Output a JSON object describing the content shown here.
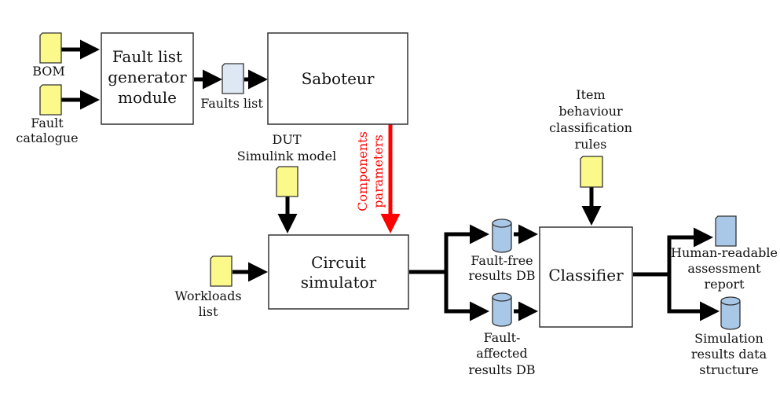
{
  "diagram": {
    "type": "flowchart",
    "blocks": {
      "fault_list_generator": [
        "Fault list",
        "generator",
        "module"
      ],
      "saboteur": [
        "Saboteur"
      ],
      "circuit_simulator": [
        "Circuit",
        "simulator"
      ],
      "classifier": [
        "Classifier"
      ]
    },
    "documents": {
      "bom": [
        "BOM"
      ],
      "fault_catalogue": [
        "Fault",
        "catalogue"
      ],
      "faults_list": [
        "Faults list"
      ],
      "dut_model": [
        "DUT",
        "Simulink model"
      ],
      "workloads_list": [
        "Workloads",
        "list"
      ],
      "classification_rules": [
        "Item",
        "behaviour",
        "classification",
        "rules"
      ],
      "assessment_report": [
        "Human-readable",
        "assessment",
        "report"
      ]
    },
    "databases": {
      "fault_free_db": [
        "Fault-free",
        "results DB"
      ],
      "fault_affected_db": [
        "Fault-",
        "affected",
        "results DB"
      ],
      "simulation_results": [
        "Simulation",
        "results data",
        "structure"
      ]
    },
    "edge_labels": {
      "components_parameters": [
        "Components",
        "parameters"
      ]
    },
    "colors": {
      "input_doc": "#fbf98a",
      "output_doc": "#a9c8e8",
      "intermediate_doc": "#dde8f4",
      "database": "#a9c8e8",
      "parameter_arrow": "#ff0000",
      "flow_arrow": "#000000"
    }
  }
}
